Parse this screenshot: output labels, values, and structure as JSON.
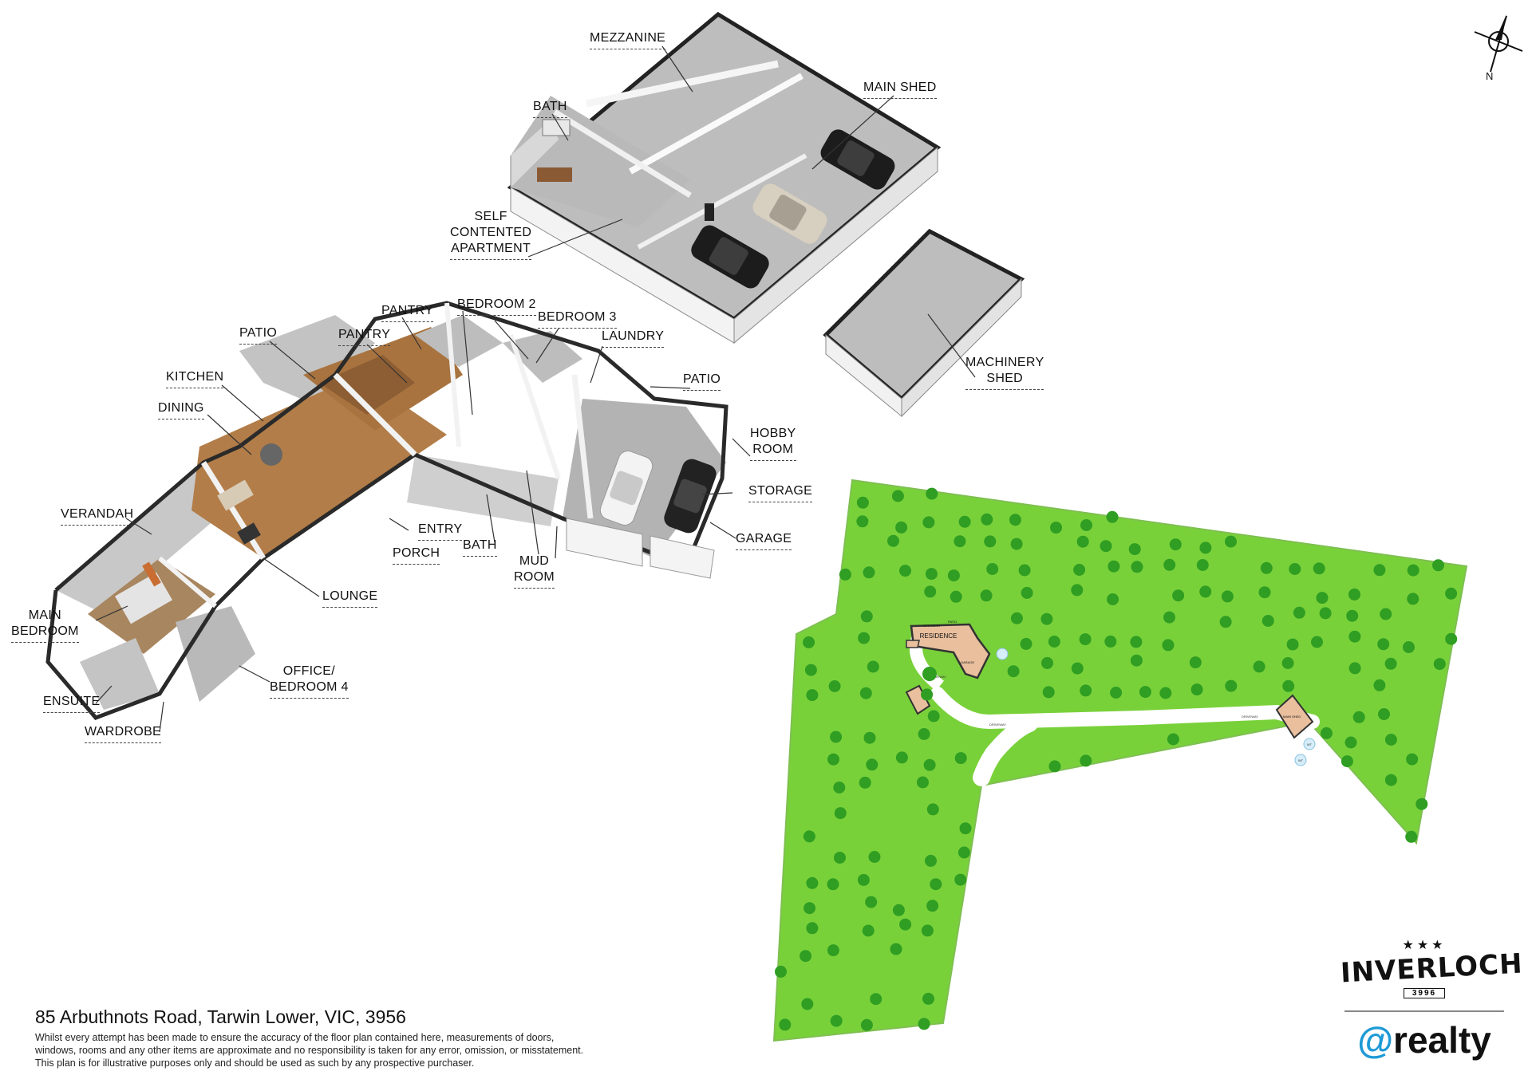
{
  "colors": {
    "site_grass": "#79d13a",
    "tree": "#2f9e22",
    "floor_grey": "#b7b7b7",
    "timber": "#9a6a3a",
    "residence_tint": "#e9bf9e",
    "accent_blue": "#1e9ad6"
  },
  "compass": {
    "label": "N"
  },
  "labels": {
    "mezzanine": "MEZZANINE",
    "bath_upper": "BATH",
    "main_shed": "MAIN SHED",
    "self_contented_apartment": [
      "SELF",
      "CONTENTED",
      "APARTMENT"
    ],
    "machinery_shed": [
      "MACHINERY",
      "SHED"
    ],
    "pantry_upper": "PANTRY",
    "bedroom2": "BEDROOM 2",
    "bedroom3": "BEDROOM 3",
    "laundry": "LAUNDRY",
    "patio_left": "PATIO",
    "pantry_lower": "PANTRY",
    "kitchen": "KITCHEN",
    "dining": "DINING",
    "patio_right": "PATIO",
    "hobby_room": [
      "HOBBY",
      "ROOM"
    ],
    "storage": "STORAGE",
    "garage": "GARAGE",
    "verandah": "VERANDAH",
    "entry": "ENTRY",
    "bath_lower": "BATH",
    "porch": "PORCH",
    "mud_room": [
      "MUD",
      "ROOM"
    ],
    "main_bedroom": [
      "MAIN",
      "BEDROOM"
    ],
    "lounge": "LOUNGE",
    "office_bedroom4": [
      "OFFICE/",
      "BEDROOM 4"
    ],
    "ensuite": "ENSUITE",
    "wardrobe": "WARDROBE"
  },
  "site_plan": {
    "residence_label": "RESIDENCE",
    "verandah_label": "VERANDAH",
    "patio_label": "PATIO",
    "garage_label": "GARAGE",
    "driveway_label": "DRIVEWAY",
    "main_shed_label": "MAIN SHED",
    "tank_label": "WT"
  },
  "footer": {
    "address": "85 Arbuthnots Road, Tarwin Lower, VIC, 3956",
    "disclaimer": [
      "Whilst every attempt has been made to ensure the accuracy of the floor plan contained here, measurements of doors,",
      "windows, rooms and any other items are approximate and no responsibility is taken for any error, omission, or misstatement.",
      "This plan is for illustrative purposes only and should be used as such by any prospective purchaser."
    ]
  },
  "branding": {
    "stars": "★★★",
    "inverloch": "INVERLOCH",
    "postcode": "3996",
    "at": "@",
    "realty": "realty"
  }
}
